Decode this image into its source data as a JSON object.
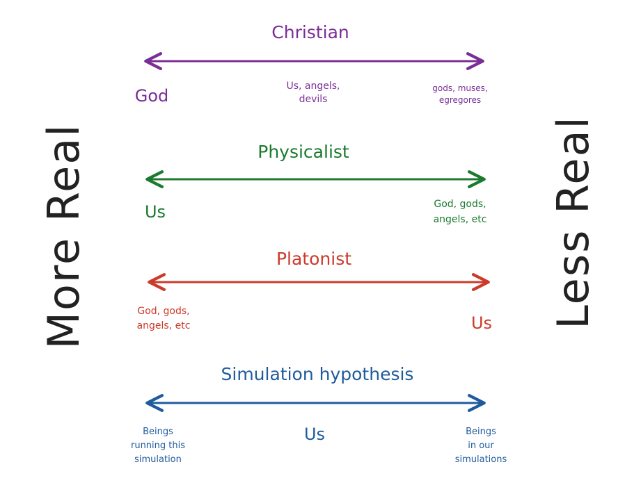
{
  "colors": {
    "christian": "#7b2d96",
    "physicalist": "#1b7a2e",
    "platonist": "#cc3a2a",
    "simulation": "#1f5b9c",
    "axis": "#222222"
  },
  "axis": {
    "left_label": "More Real",
    "right_label": "Less Real"
  },
  "rows": [
    {
      "title": "Christian",
      "left": [
        "God"
      ],
      "middle": [
        "Us, angels,",
        "devils"
      ],
      "right": [
        "gods, muses,",
        "egregores"
      ]
    },
    {
      "title": "Physicalist",
      "left": [
        "Us"
      ],
      "right": [
        "God, gods,",
        "angels, etc"
      ]
    },
    {
      "title": "Platonist",
      "left": [
        "God, gods,",
        "angels, etc"
      ],
      "right": [
        "Us"
      ]
    },
    {
      "title": "Simulation hypothesis",
      "left": [
        "Beings",
        "running this",
        "simulation"
      ],
      "middle": [
        "Us"
      ],
      "right": [
        "Beings",
        "in our",
        "simulations"
      ]
    }
  ]
}
